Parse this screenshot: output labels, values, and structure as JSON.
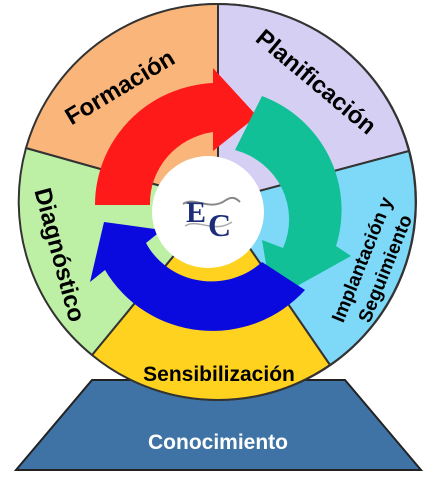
{
  "segments": [
    {
      "id": "formacion",
      "label": "Formación",
      "color": "#f9b57a"
    },
    {
      "id": "planificacion",
      "label": "Planificación",
      "color": "#d5d0f3"
    },
    {
      "id": "implantacion",
      "label_line1": "Implantación y",
      "label_line2": "Seguimiento",
      "color": "#7ed8f7"
    },
    {
      "id": "sensibilizacion",
      "label": "Sensibilización",
      "color": "#ffd21f"
    },
    {
      "id": "diagnostico",
      "label": "Diagnóstico",
      "color": "#bdf0a5"
    }
  ],
  "base": {
    "label": "Conocimiento",
    "color": "#3f73a5"
  },
  "center_logo": {
    "letter1": "E",
    "letter2": "C"
  },
  "arrows": [
    {
      "name": "red-arrow",
      "color": "#ff1a1a"
    },
    {
      "name": "green-arrow",
      "color": "#11c096"
    },
    {
      "name": "blue-arrow",
      "color": "#0a0adf"
    }
  ]
}
